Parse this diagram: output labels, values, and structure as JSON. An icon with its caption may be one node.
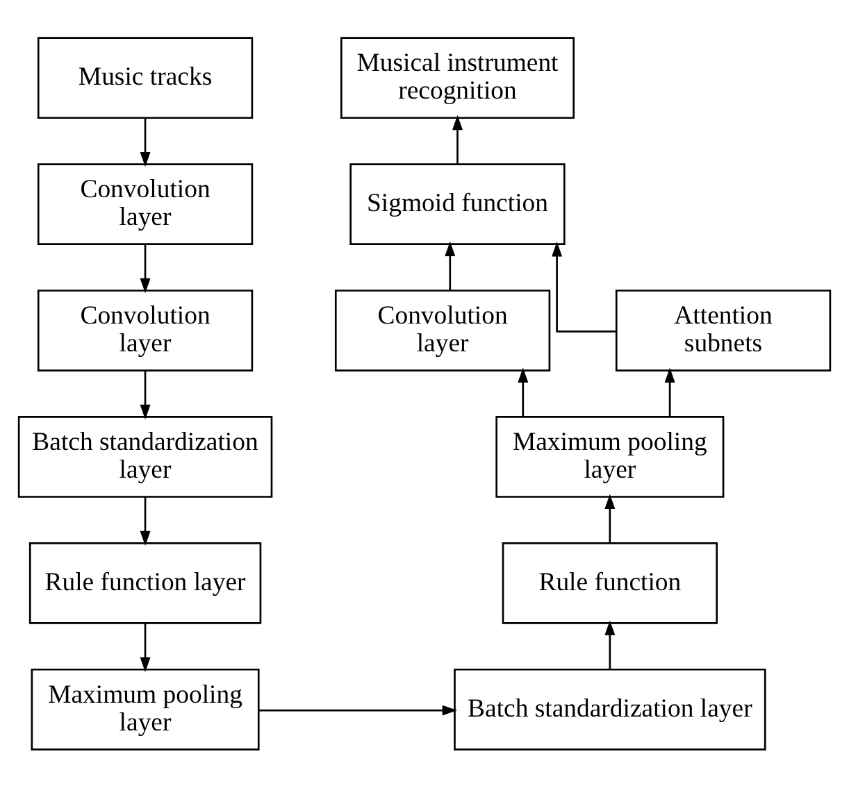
{
  "diagram": {
    "nodes": [
      {
        "text": [
          "Music tracks"
        ]
      },
      {
        "text": [
          "Convolution layer"
        ]
      },
      {
        "text": [
          "Convolution layer"
        ]
      },
      {
        "text": [
          "Batch standardization layer"
        ]
      },
      {
        "text": [
          "Rule function layer"
        ]
      },
      {
        "text": [
          "Maximum pooling layer"
        ]
      },
      {
        "text": [
          "Musical instrument recognition"
        ]
      },
      {
        "text": [
          "Sigmoid function"
        ]
      },
      {
        "text": [
          "Convolution layer"
        ]
      },
      {
        "text": [
          "Attention subnets"
        ]
      },
      {
        "text": [
          "Maximum pooling layer"
        ]
      },
      {
        "text": [
          "Rule function"
        ]
      },
      {
        "text": [
          "Batch standardization layer"
        ]
      }
    ],
    "edges": [
      {
        "from": 0,
        "to": 1,
        "arrow": "to"
      },
      {
        "from": 1,
        "to": 2,
        "arrow": "to"
      },
      {
        "from": 2,
        "to": 3,
        "arrow": "to"
      },
      {
        "from": 3,
        "to": 4,
        "arrow": "to"
      },
      {
        "from": 4,
        "to": 5,
        "arrow": "to"
      },
      {
        "from": 5,
        "to": 12,
        "arrow": "to"
      },
      {
        "from": 12,
        "to": 11,
        "arrow": "to"
      },
      {
        "from": 11,
        "to": 10,
        "arrow": "to"
      },
      {
        "from": 10,
        "to": 8,
        "arrow": "to"
      },
      {
        "from": 10,
        "to": 9,
        "arrow": "to"
      },
      {
        "from": 8,
        "to": 7,
        "arrow": "to"
      },
      {
        "from": 9,
        "to": 7,
        "arrow": "to"
      },
      {
        "from": 7,
        "to": 6,
        "arrow": "to"
      }
    ]
  }
}
